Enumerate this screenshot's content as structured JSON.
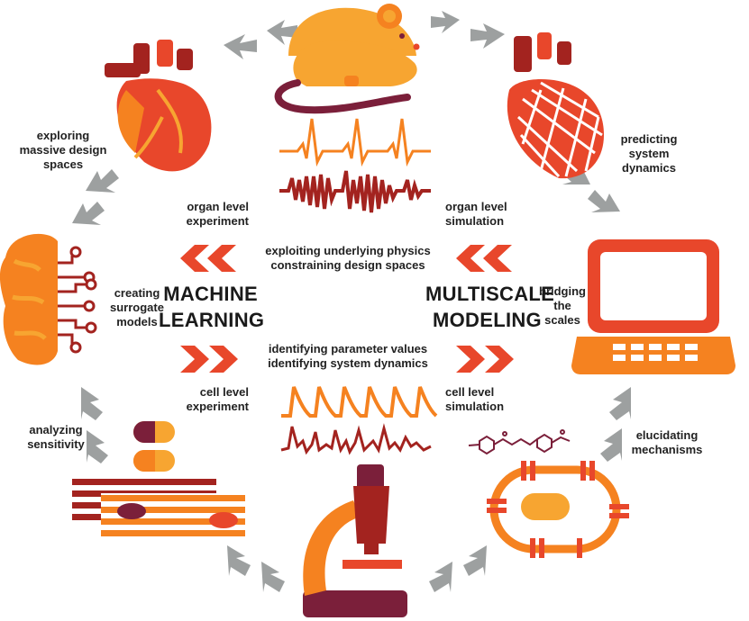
{
  "colors": {
    "orange": "#F58220",
    "light_orange": "#F7A531",
    "red_orange": "#E8472B",
    "red": "#D7373F",
    "dark_red": "#A3231F",
    "maroon": "#7B1F3A",
    "gray_arrow": "#9DA0A0"
  },
  "icons": [
    "mouse-icon",
    "left-heart-icon",
    "right-heart-icon",
    "brain-icon",
    "laptop-icon",
    "microscope-icon",
    "pill-icon",
    "muscle-fibers-icon",
    "cell-icon",
    "molecule-icon"
  ],
  "center": {
    "left_title": [
      "MACHINE",
      "LEARNING"
    ],
    "right_title": [
      "MULTISCALE",
      "MODELING"
    ],
    "top_phrases": [
      "exploiting underlying physics",
      "constraining design spaces"
    ],
    "bottom_phrases": [
      "identifying parameter values",
      "identifying system dynamics"
    ],
    "organ_experiment": [
      "organ level",
      "experiment"
    ],
    "organ_simulation": [
      "organ level",
      "simulation"
    ],
    "cell_experiment": [
      "cell level",
      "experiment"
    ],
    "cell_simulation": [
      "cell level",
      "simulation"
    ]
  },
  "outer": {
    "exploring": [
      "exploring",
      "massive design",
      "spaces"
    ],
    "predicting": [
      "predicting",
      "system",
      "dynamics"
    ],
    "surrogate": [
      "creating",
      "surrogate",
      "models"
    ],
    "bridging": [
      "bridging",
      "the",
      "scales"
    ],
    "analyzing": [
      "analyzing",
      "sensitivity"
    ],
    "elucidating": [
      "elucidating",
      "mechanisms"
    ]
  }
}
